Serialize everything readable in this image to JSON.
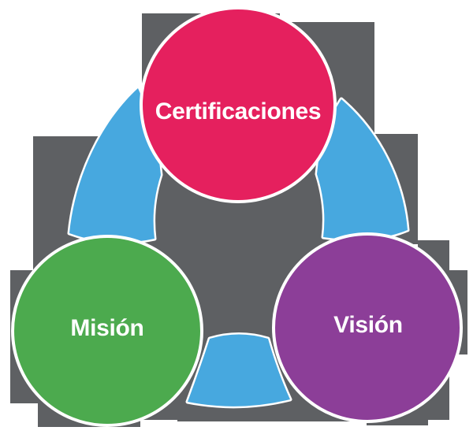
{
  "diagram": {
    "type": "cycle",
    "nodes": [
      {
        "id": "certificaciones",
        "label": "Certificaciones",
        "color": "#e5205e"
      },
      {
        "id": "mision",
        "label": "Misión",
        "color": "#4caa4e"
      },
      {
        "id": "vision",
        "label": "Visión",
        "color": "#8c3e98"
      }
    ],
    "colors": {
      "gray_background": "#5e6063",
      "arrow_blue": "#47a8df",
      "label_text": "#ffffff",
      "canvas_background": "#ffffff"
    }
  }
}
